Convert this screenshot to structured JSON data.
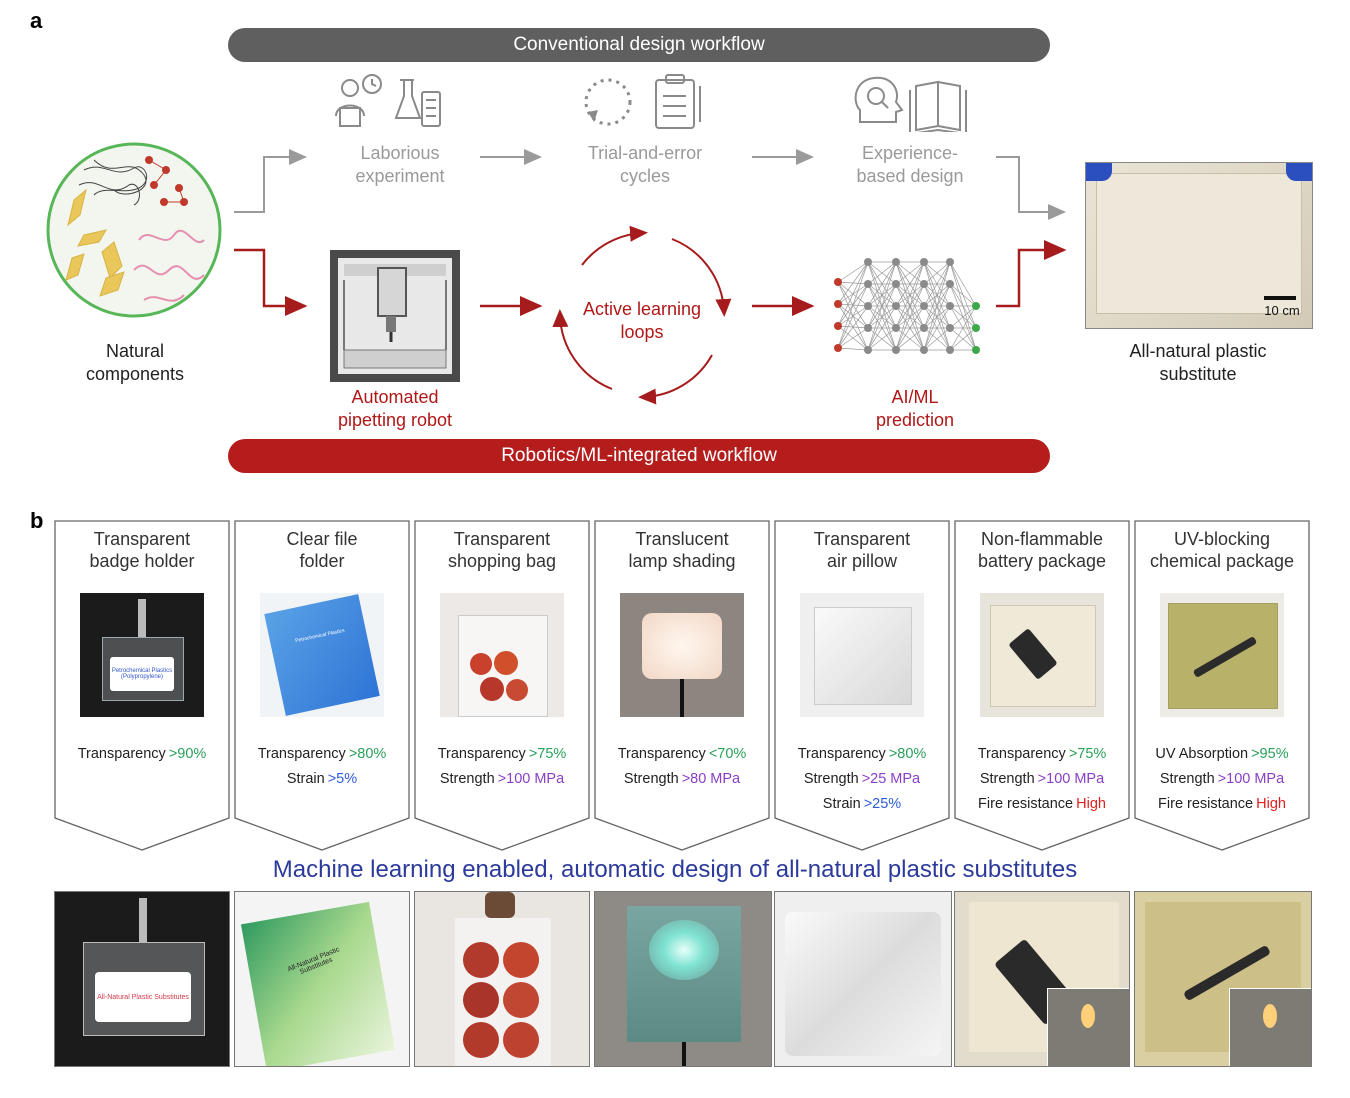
{
  "panel_a": {
    "letter": "a",
    "conventional_banner": "Conventional design workflow",
    "robotics_banner": "Robotics/ML-integrated workflow",
    "start_label_1": "Natural",
    "start_label_2": "components",
    "conventional_steps": [
      {
        "line1": "Laborious",
        "line2": "experiment"
      },
      {
        "line1": "Trial-and-error",
        "line2": "cycles"
      },
      {
        "line1": "Experience-",
        "line2": "based design"
      }
    ],
    "robot_label_1": "Automated",
    "robot_label_2": "pipetting robot",
    "loop_label_1": "Active learning",
    "loop_label_2": "loops",
    "ai_label_1": "AI/ML",
    "ai_label_2": "prediction",
    "result_label_1": "All-natural plastic",
    "result_label_2": "substitute",
    "scale_bar": "10 cm"
  },
  "panel_b": {
    "letter": "b",
    "headline": "Machine learning enabled, automatic design of all-natural plastic substitutes",
    "cards": [
      {
        "title1": "Transparent",
        "title2": "badge holder",
        "props": [
          {
            "label": "Transparency",
            "value": ">90%",
            "color": "#2aa05a"
          }
        ]
      },
      {
        "title1": "Clear file",
        "title2": "folder",
        "props": [
          {
            "label": "Transparency",
            "value": ">80%",
            "color": "#2aa05a"
          },
          {
            "label": "Strain",
            "value": ">5%",
            "color": "#2d5bd8"
          }
        ]
      },
      {
        "title1": "Transparent",
        "title2": "shopping bag",
        "props": [
          {
            "label": "Transparency",
            "value": ">75%",
            "color": "#2aa05a"
          },
          {
            "label": "Strength",
            "value": ">100 MPa",
            "color": "#8a3fc6"
          }
        ]
      },
      {
        "title1": "Translucent",
        "title2": "lamp shading",
        "props": [
          {
            "label": "Transparency",
            "value": "<70%",
            "color": "#2aa05a"
          },
          {
            "label": "Strength",
            "value": ">80 MPa",
            "color": "#8a3fc6"
          }
        ]
      },
      {
        "title1": "Transparent",
        "title2": "air pillow",
        "props": [
          {
            "label": "Transparency",
            "value": ">80%",
            "color": "#2aa05a"
          },
          {
            "label": "Strength",
            "value": ">25 MPa",
            "color": "#8a3fc6"
          },
          {
            "label": "Strain",
            "value": ">25%",
            "color": "#2d5bd8"
          }
        ]
      },
      {
        "title1": "Non-flammable",
        "title2": "battery package",
        "props": [
          {
            "label": "Transparency",
            "value": ">75%",
            "color": "#2aa05a"
          },
          {
            "label": "Strength",
            "value": ">100 MPa",
            "color": "#8a3fc6"
          },
          {
            "label": "Fire resistance",
            "value": "High",
            "color": "#e02020"
          }
        ]
      },
      {
        "title1": "UV-blocking",
        "title2": "chemical package",
        "props": [
          {
            "label": "UV Absorption",
            "value": ">95%",
            "color": "#2aa05a"
          },
          {
            "label": "Strength",
            "value": ">100 MPa",
            "color": "#8a3fc6"
          },
          {
            "label": "Fire resistance",
            "value": "High",
            "color": "#e02020"
          }
        ]
      }
    ],
    "bottom_photos": [
      {
        "text": "All-Natural Plastic Substitutes"
      },
      {
        "text": "All-Natural Plastic Substitutes"
      },
      {
        "text": ""
      },
      {
        "text": ""
      },
      {
        "text": ""
      },
      {
        "text": ""
      },
      {
        "text": ""
      }
    ],
    "card_photo_texts": [
      "Petrochemical Plastics (Polypropylene)",
      "Petrochemical Plastics",
      "",
      "",
      "",
      "",
      ""
    ]
  },
  "colors": {
    "conventional_gray": "#5f5f5f",
    "robotics_red": "#b51d1d",
    "headline_blue": "#2b3a9b",
    "green": "#2aa05a",
    "purple": "#8a3fc6",
    "blue": "#2d5bd8",
    "red": "#e02020"
  }
}
